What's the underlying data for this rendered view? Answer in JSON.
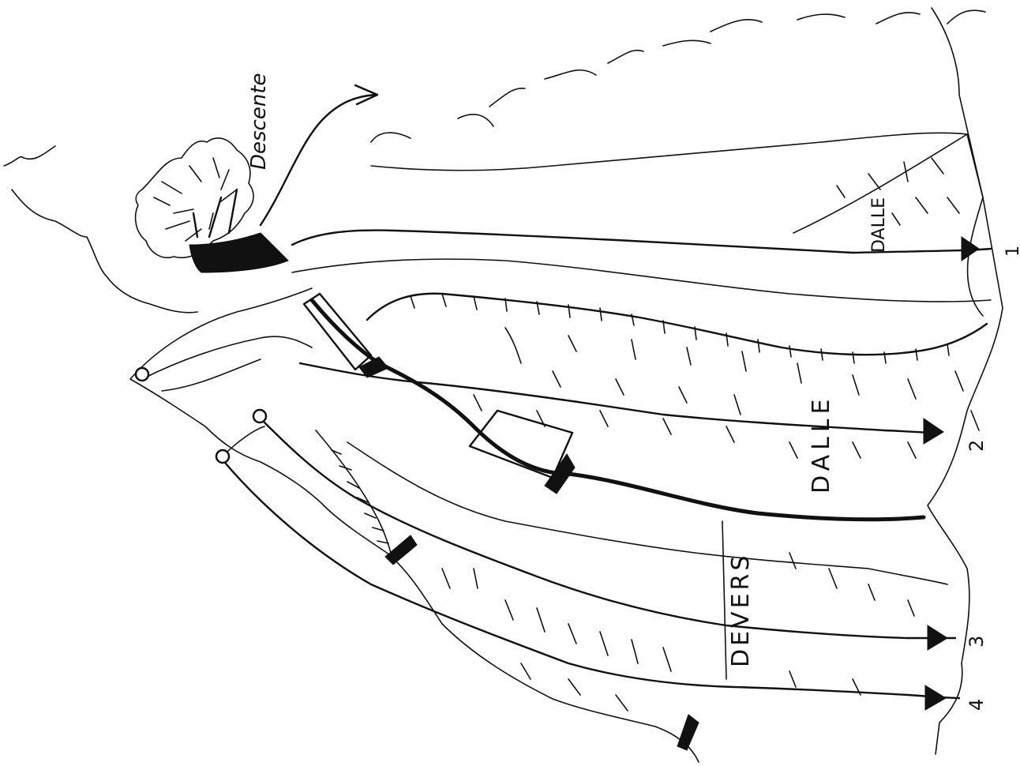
{
  "topo": {
    "descent_label": "Descente",
    "features": [
      {
        "id": "dalle-top",
        "text": "DALLE"
      },
      {
        "id": "dalle-mid",
        "text": "DALLE"
      },
      {
        "id": "devers",
        "text": "DEVERS"
      }
    ],
    "routes": [
      "1",
      "2",
      "3",
      "4"
    ],
    "ink_color": "#111111",
    "paper_color": "#ffffff",
    "icons": [
      "tree-icon",
      "anchor-icon",
      "arrow-icon"
    ]
  }
}
